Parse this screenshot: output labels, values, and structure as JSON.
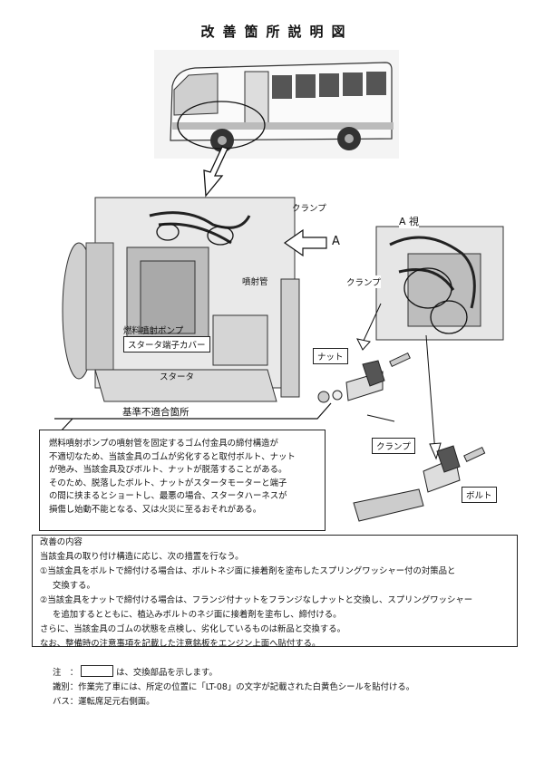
{
  "title": "改善箇所説明図",
  "labels": {
    "clamp_engine": "クランプ",
    "clamp_a_view": "クランプ",
    "injection_pipe": "噴射管",
    "fuel_pump": "燃料噴射ポンプ",
    "starter_cover": "スタータ端子カバー",
    "starter": "スタータ",
    "arrow_a": "A",
    "a_view": "A 視",
    "nut": "ナット",
    "clamp_parts": "クランプ",
    "bolt": "ボルト",
    "nonconforming": "基準不適合箇所"
  },
  "defect": {
    "lines": [
      "燃料噴射ポンプの噴射管を固定するゴム付金具の締付構造が",
      "不適切なため、当該金具のゴムが劣化すると取付ボルト、ナット",
      "が弛み、当該金具及びボルト、ナットが脱落することがある。",
      "そのため、脱落したボルト、ナットがスタータモーターと端子",
      "の間に挟まるとショートし、最悪の場合、スタータハーネスが",
      "損傷し始動不能となる、又は火災に至るおそれがある。"
    ]
  },
  "improvement": {
    "heading": "改善の内容",
    "lines": [
      "当該金具の取り付け構造に応じ、次の措置を行なう。",
      "①当該金具をボルトで締付ける場合は、ボルトネジ面に接着剤を塗布したスプリングワッシャー付の対策品と",
      "交換する。",
      "②当該金具をナットで締付ける場合は、フランジ付ナットをフランジなしナットと交換し、スプリングワッシャー",
      "を追加するとともに、植込みボルトのネジ面に接着剤を塗布し、締付ける。",
      "さらに、当該金具のゴムの状態を点検し、劣化しているものは新品と交換する。",
      "なお、整備時の注意事項を記載した注意銘板をエンジン上面へ貼付する。"
    ]
  },
  "notes": {
    "note_prefix": "注　：",
    "note_suffix": "は、交換部品を示します。",
    "id_line": "識別：作業完了車には、所定の位置に「LT-08」の文字が記載された白黄色シールを貼付ける。",
    "bus_line": "バス：運転席足元右側面。"
  }
}
